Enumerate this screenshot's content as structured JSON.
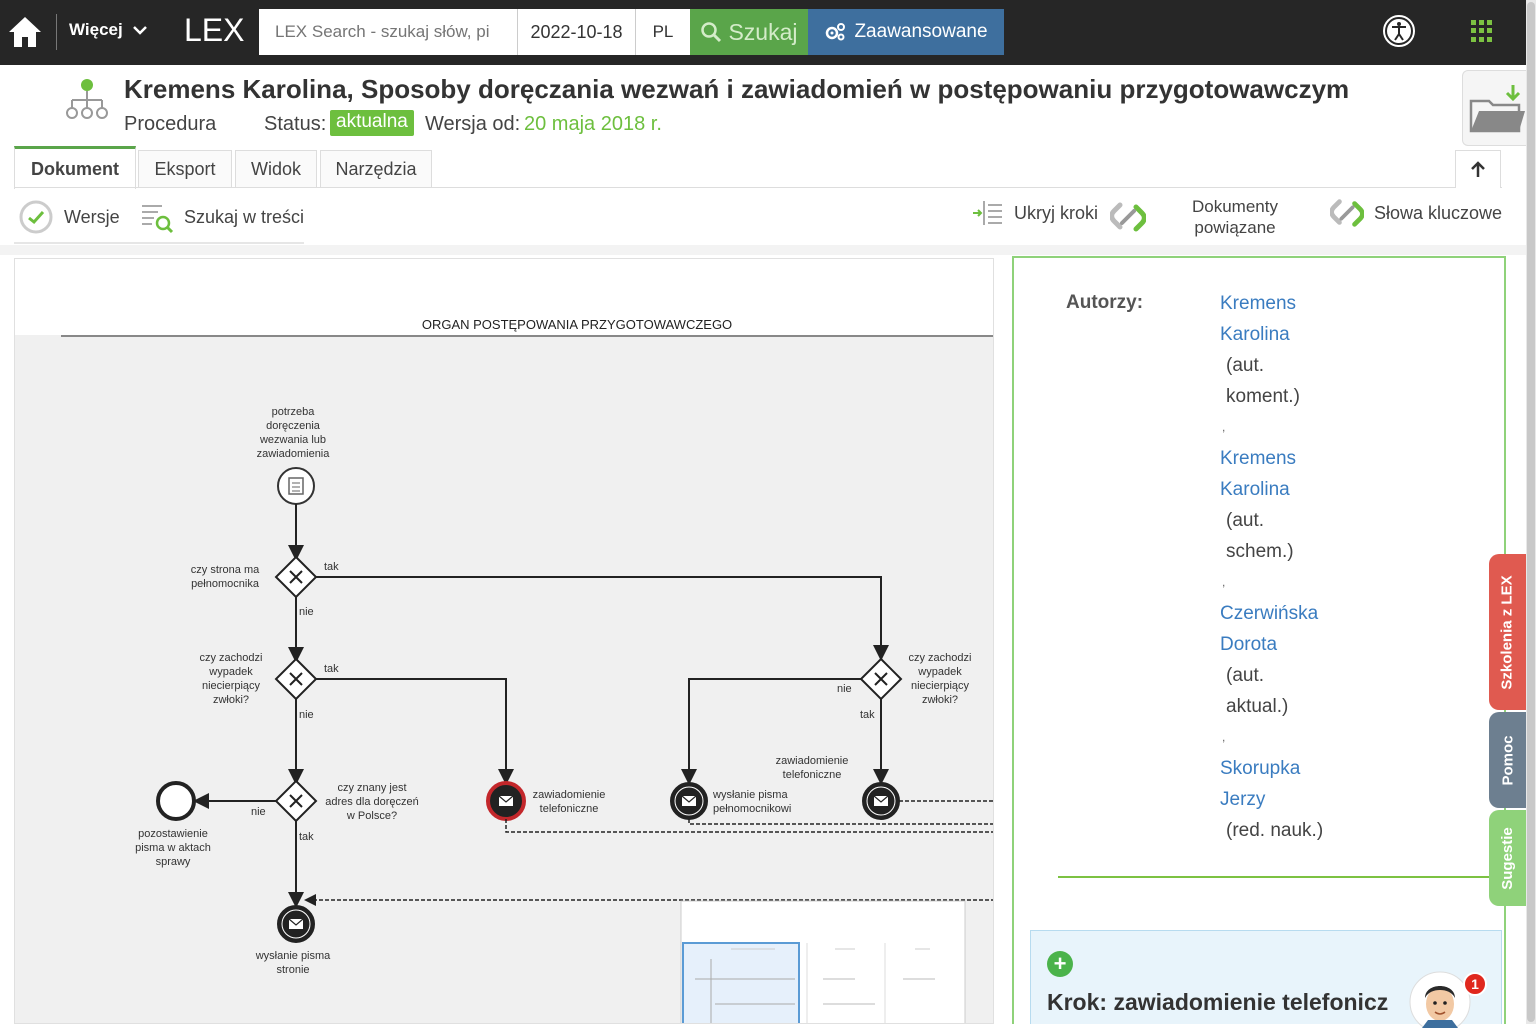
{
  "topbar": {
    "more_label": "Więcej",
    "logo": "LEX",
    "search_placeholder": "LEX Search - szukaj słów, pi",
    "date": "2022-10-18",
    "lang": "PL",
    "search_button": "Szukaj",
    "advanced_button": "Zaawansowane",
    "accent": "#5aa54a",
    "advanced_color": "#3e6f9e"
  },
  "document": {
    "title": "Kremens Karolina, Sposoby doręczania wezwań i zawiadomień w postępowaniu przygotowawczym",
    "type": "Procedura",
    "status_label": "Status:",
    "status_value": "aktualna",
    "version_label": "Wersja od:",
    "version_date": "20 maja 2018 r."
  },
  "tabs": [
    {
      "label": "Dokument",
      "active": true
    },
    {
      "label": "Eksport",
      "active": false
    },
    {
      "label": "Widok",
      "active": false
    },
    {
      "label": "Narzędzia",
      "active": false
    }
  ],
  "toolbar": {
    "versions": "Wersje",
    "search_in_text": "Szukaj w treści",
    "hide_steps": "Ukryj kroki",
    "related_docs_1": "Dokumenty",
    "related_docs_2": "powiązane",
    "keywords": "Słowa kluczowe"
  },
  "diagram": {
    "lane_title": "ORGAN POSTĘPOWANIA PRZYGOTOWAWCZEGO",
    "start_label": [
      "potrzeba",
      "doręczenia",
      "wezwania lub",
      "zawiadomienia"
    ],
    "gw1_label": [
      "czy strona ma",
      "pełnomocnika"
    ],
    "gw2_label": [
      "czy zachodzi",
      "wypadek",
      "niecierpiący",
      "zwłoki?"
    ],
    "gw3_label": [
      "czy znany jest",
      "adres dla doręczeń",
      "w Polsce?"
    ],
    "gw4_label": [
      "czy zachodzi",
      "wypadek",
      "niecierpiący",
      "zwłoki?"
    ],
    "end_label": [
      "pozostawienie",
      "pisma w aktach",
      "sprawy"
    ],
    "msg1_label": [
      "zawiadomienie",
      "telefoniczne"
    ],
    "msg2_label": [
      "wysłanie pisma",
      "pełnomocnikowi"
    ],
    "msg3_label": [
      "zawiadomienie",
      "telefoniczne"
    ],
    "msg4_label": [
      "wysłanie pisma",
      "stronie"
    ],
    "yes": "tak",
    "no": "nie"
  },
  "side": {
    "authors_label": "Autorzy:",
    "authors": [
      {
        "first": "Kremens",
        "second": "Karolina",
        "role1": "(aut.",
        "role2": "koment.)"
      },
      {
        "first": "Kremens",
        "second": "Karolina",
        "role1": "(aut.",
        "role2": "schem.)"
      },
      {
        "first": "Czerwińska",
        "second": "Dorota",
        "role1": "(aut.",
        "role2": "aktual.)"
      },
      {
        "first": "Skorupka",
        "second": "Jerzy",
        "role1": "(red. nauk.)",
        "role2": ""
      }
    ],
    "separator": ",",
    "step_title": "Krok: zawiadomienie telefonicz"
  },
  "side_tabs": {
    "training": "Szkolenia z LEX",
    "help": "Pomoc",
    "suggestions": "Sugestie",
    "training_color": "#e05a50",
    "help_color": "#6d7f90",
    "suggestions_color": "#8fd27a"
  },
  "chat": {
    "badge": "1"
  }
}
